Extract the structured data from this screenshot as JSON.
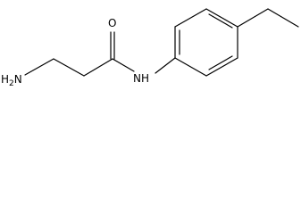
{
  "molecule": {
    "atoms": {
      "amine_h": "H",
      "amine_h_count": "2",
      "amine_n": "N",
      "carbonyl_o": "O",
      "amide_nh": "NH"
    },
    "colors": {
      "ink": "#000000",
      "background": "#ffffff"
    }
  }
}
